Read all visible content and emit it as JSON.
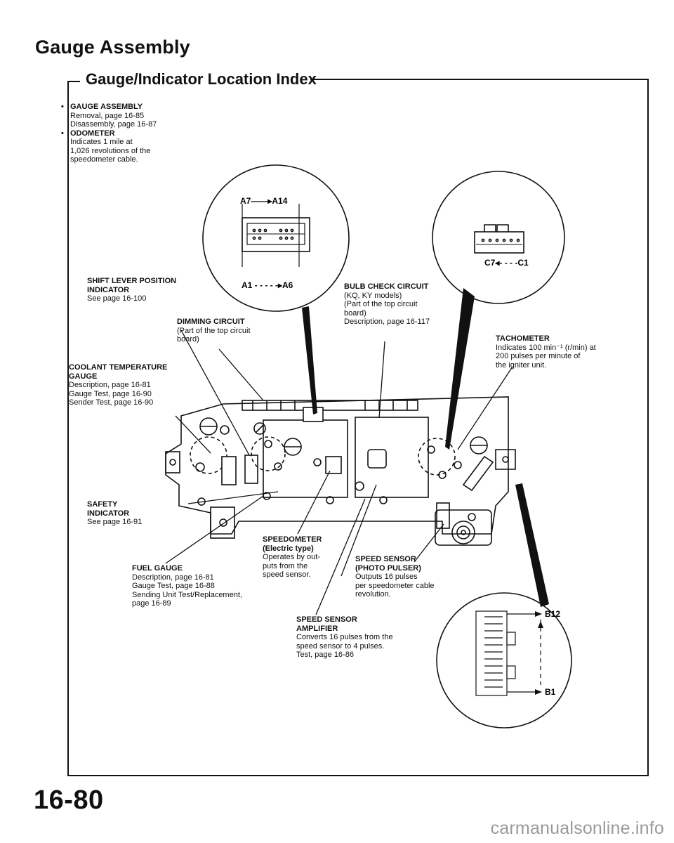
{
  "title": "Gauge Assembly",
  "subtitle": "Gauge/Indicator Location Index",
  "intro": {
    "gauge_assembly": {
      "heading": "GAUGE ASSEMBLY",
      "lines": [
        "Removal, page 16-85",
        "Disassembly, page 16-87"
      ]
    },
    "odometer": {
      "heading": "ODOMETER",
      "lines": [
        "Indicates 1 mile at",
        "1,026 revolutions of the",
        "speedometer cable."
      ]
    }
  },
  "connector_a": {
    "top_label": "A7——▸A14",
    "bottom_label": "A1 - - - - -▸A6"
  },
  "connector_c": {
    "label": "C7◂- - - -C1"
  },
  "connector_b": {
    "top_label": "B12",
    "bottom_label": "B1"
  },
  "callouts": {
    "shift_lever": {
      "heading": [
        "SHIFT LEVER POSITION",
        "INDICATOR"
      ],
      "lines": [
        "See page 16-100"
      ]
    },
    "bulb_check": {
      "heading": [
        "BULB CHECK CIRCUIT"
      ],
      "lines": [
        "(KQ, KY models)",
        "(Part of the top circuit",
        "board)",
        "Description, page 16-117"
      ]
    },
    "dimming": {
      "heading": [
        "DIMMING CIRCUIT"
      ],
      "lines": [
        "(Part of the top circuit",
        "board)"
      ]
    },
    "tachometer": {
      "heading": [
        "TACHOMETER"
      ],
      "lines": [
        "Indicates 100 min⁻¹ (r/min) at",
        "200 pulses per minute of",
        "the igniter unit."
      ]
    },
    "coolant": {
      "heading": [
        "COOLANT TEMPERATURE",
        "GAUGE"
      ],
      "lines": [
        "Description, page 16-81",
        "Gauge Test, page 16-90",
        "Sender Test, page 16-90"
      ]
    },
    "safety": {
      "heading": [
        "SAFETY",
        "INDICATOR"
      ],
      "lines": [
        "See page 16-91"
      ]
    },
    "speedometer": {
      "heading": [
        "SPEEDOMETER",
        "(Electric type)"
      ],
      "lines": [
        "Operates by out-",
        "puts from the",
        "speed sensor."
      ]
    },
    "fuel": {
      "heading": [
        "FUEL GAUGE"
      ],
      "lines": [
        "Description, page 16-81",
        "Gauge Test, page 16-88",
        "Sending Unit Test/Replacement,",
        "page 16-89"
      ]
    },
    "speed_sensor": {
      "heading": [
        "SPEED SENSOR",
        "(PHOTO PULSER)"
      ],
      "lines": [
        "Outputs 16 pulses",
        "per speedometer cable",
        "revolution."
      ]
    },
    "amplifier": {
      "heading": [
        "SPEED SENSOR",
        "AMPLIFIER"
      ],
      "lines": [
        "Converts 16 pulses from the",
        "speed sensor to 4 pulses.",
        "Test, page 16-86"
      ]
    }
  },
  "page_number": "16-80",
  "watermark": "carmanualsonline.info"
}
